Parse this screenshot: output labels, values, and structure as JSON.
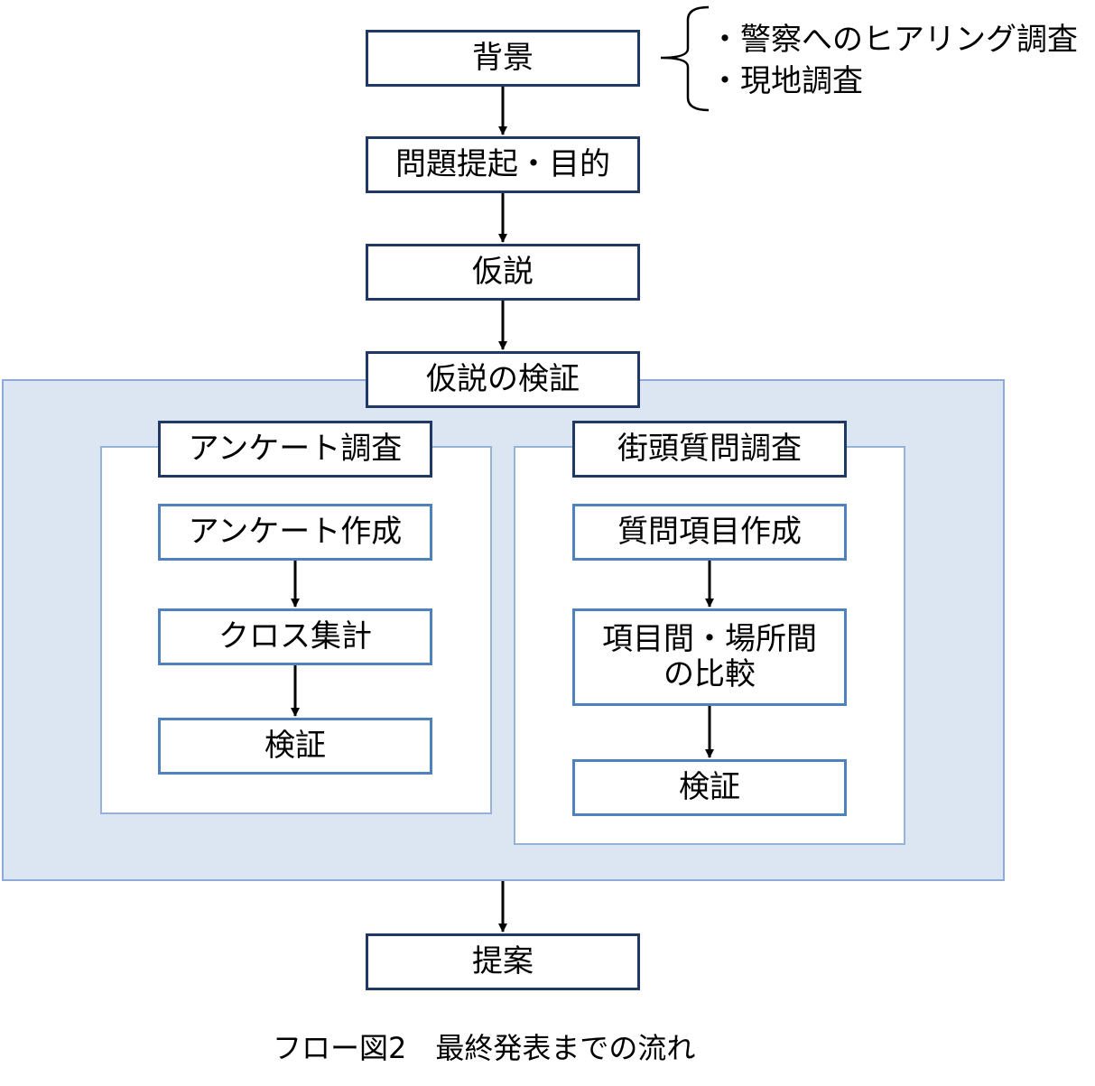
{
  "main_flow": {
    "background": "背景",
    "problem": "問題提起・目的",
    "hypothesis": "仮説",
    "verification": "仮説の検証",
    "proposal": "提案"
  },
  "background_notes": [
    "・警察へのヒアリング調査",
    "・現地調査"
  ],
  "survey": {
    "title": "アンケート調査",
    "steps": [
      "アンケート作成",
      "クロス集計",
      "検証"
    ]
  },
  "street": {
    "title": "街頭質問調査",
    "steps": [
      "質問項目作成",
      "項目間・場所間\nの比較",
      "検証"
    ]
  },
  "caption": "フロー図2　最終発表までの流れ",
  "colors": {
    "dark_border": "#1f3864",
    "light_border": "#4f81bd",
    "panel_fill": "#dce6f2"
  }
}
